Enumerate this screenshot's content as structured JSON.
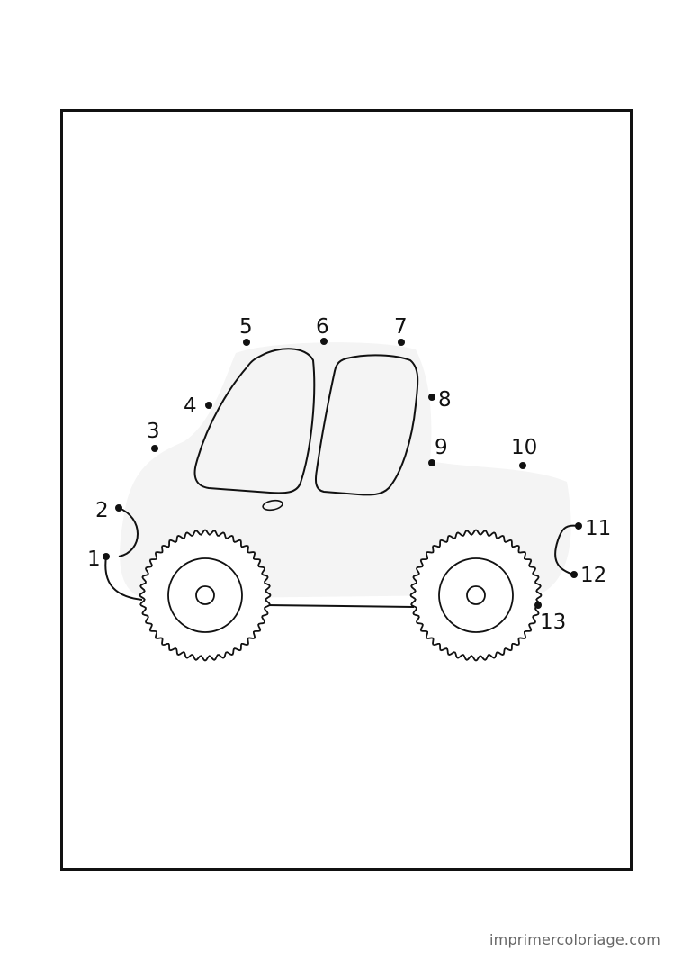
{
  "colors": {
    "ink": "#111111",
    "car_fill": "#f4f4f4",
    "frame": "#111111",
    "watermark": "#666666"
  },
  "dots": [
    {
      "label": "1"
    },
    {
      "label": "2"
    },
    {
      "label": "3"
    },
    {
      "label": "4"
    },
    {
      "label": "5"
    },
    {
      "label": "6"
    },
    {
      "label": "7"
    },
    {
      "label": "8"
    },
    {
      "label": "9"
    },
    {
      "label": "10"
    },
    {
      "label": "11"
    },
    {
      "label": "12"
    },
    {
      "label": "13"
    }
  ],
  "watermark": "imprimercoloriage.com"
}
